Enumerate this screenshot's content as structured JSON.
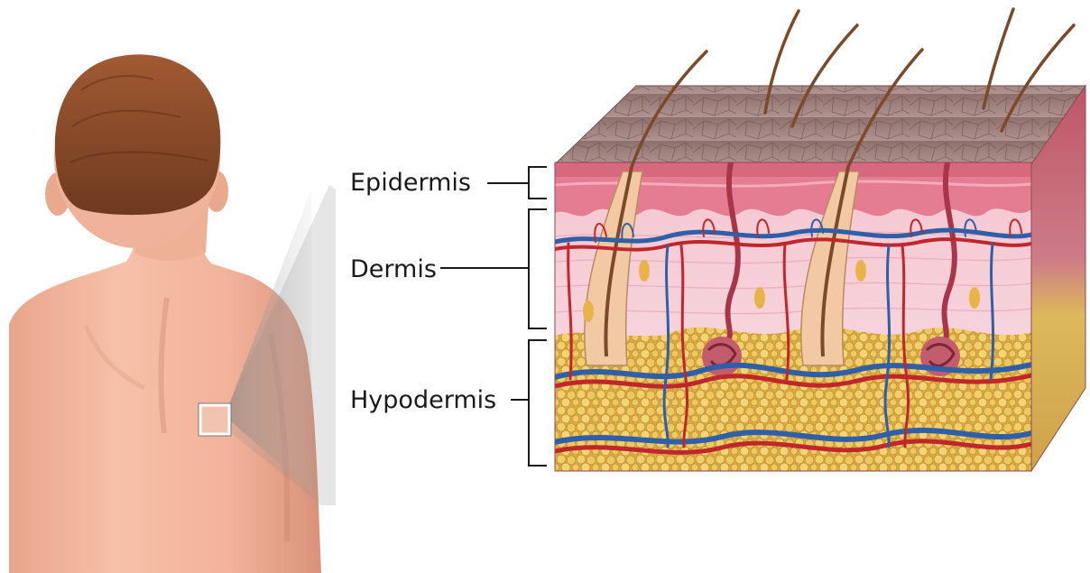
{
  "labels": {
    "epidermis": "Epidermis",
    "dermis": "Dermis",
    "hypodermis": "Hypodermis"
  },
  "colors": {
    "background": "#ffffff",
    "skin": "#f2b39a",
    "hair": "#8a4a2a",
    "epidermis": "#e8899a",
    "dermis": "#f7d3dc",
    "hypodermis_fat": "#e8c25a",
    "artery": "#c0272d",
    "vein": "#2f5fa8",
    "surface": "#9a7b78",
    "label_text": "#1a1a1a"
  }
}
